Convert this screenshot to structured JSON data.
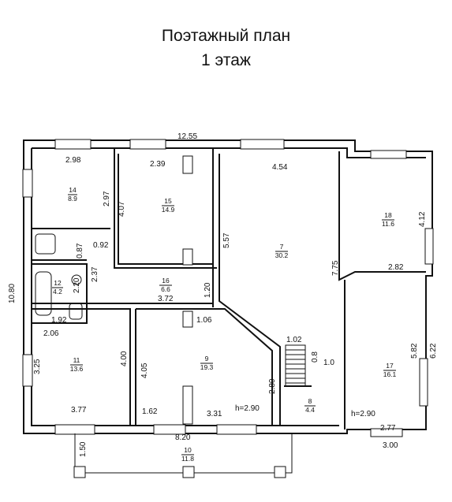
{
  "title": {
    "line1": "Поэтажный план",
    "line2": "1 этаж"
  },
  "dimensions": {
    "top_total": "12.55",
    "left_total": "10.80",
    "d_2_98": "2.98",
    "d_2_97": "2.97",
    "d_2_39": "2.39",
    "d_4_07": "4.07",
    "d_4_54": "4.54",
    "d_5_57": "5.57",
    "d_7_75": "7.75",
    "d_4_12": "4.12",
    "d_2_82": "2.82",
    "d_0_87": "0.87",
    "d_0_92": "0.92",
    "d_2_37": "2.37",
    "d_2_20": "2.20",
    "d_1_92": "1.92",
    "d_3_72": "3.72",
    "d_1_20": "1.20",
    "d_1_06": "1.06",
    "d_2_06": "2.06",
    "d_3_25": "3.25",
    "d_4_00": "4.00",
    "d_4_05": "4.05",
    "d_1_02": "1.02",
    "d_0_8": "0.8",
    "d_1_0": "1.0",
    "d_5_82": "5.82",
    "d_6_22": "6.22",
    "d_2_80": "2.80",
    "d_3_77": "3.77",
    "d_1_62": "1.62",
    "d_3_31": "3.31",
    "d_8_20": "8.20",
    "d_1_50": "1.50",
    "d_2_77": "2.77",
    "d_3_00": "3.00",
    "h_1": "h=2.90",
    "h_2": "h=2.90"
  },
  "rooms": [
    {
      "num": "14",
      "area": "8.9"
    },
    {
      "num": "15",
      "area": "14.9"
    },
    {
      "num": "7",
      "area": "30.2"
    },
    {
      "num": "18",
      "area": "11.6"
    },
    {
      "num": "12",
      "area": "4.2"
    },
    {
      "num": "16",
      "area": "6.6"
    },
    {
      "num": "11",
      "area": "13.6"
    },
    {
      "num": "9",
      "area": "19.3"
    },
    {
      "num": "8",
      "area": "4.4"
    },
    {
      "num": "17",
      "area": "16.1"
    },
    {
      "num": "10",
      "area": "11.8"
    }
  ]
}
